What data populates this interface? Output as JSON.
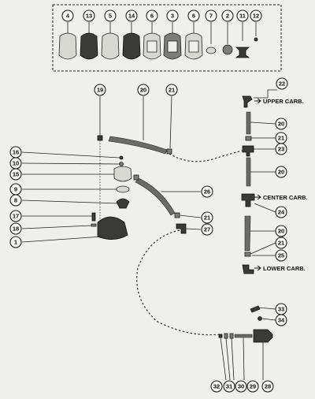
{
  "callouts": {
    "kit": [
      "4",
      "13",
      "5",
      "14",
      "6",
      "3",
      "6",
      "7",
      "2",
      "11",
      "12"
    ],
    "c19": "19",
    "c20a": "20",
    "c21a": "21",
    "c22": "22",
    "c20b": "20",
    "c21b": "21",
    "c23": "23",
    "c20c": "20",
    "c24": "24",
    "c20d": "20",
    "c21c": "21",
    "c25": "25",
    "c16": "16",
    "c10": "10",
    "c15": "15",
    "c9": "9",
    "c8": "8",
    "c26": "26",
    "c21d": "21",
    "c27": "27",
    "c17": "17",
    "c18": "18",
    "c1": "1",
    "c33": "33",
    "c34": "34",
    "c32": "32",
    "c31": "31",
    "c30": "30",
    "c29": "29",
    "c28": "28"
  },
  "labels": {
    "upper_carb": "UPPER CARB.",
    "center_carb": "CENTER CARB.",
    "lower_carb": "LOWER CARB."
  }
}
